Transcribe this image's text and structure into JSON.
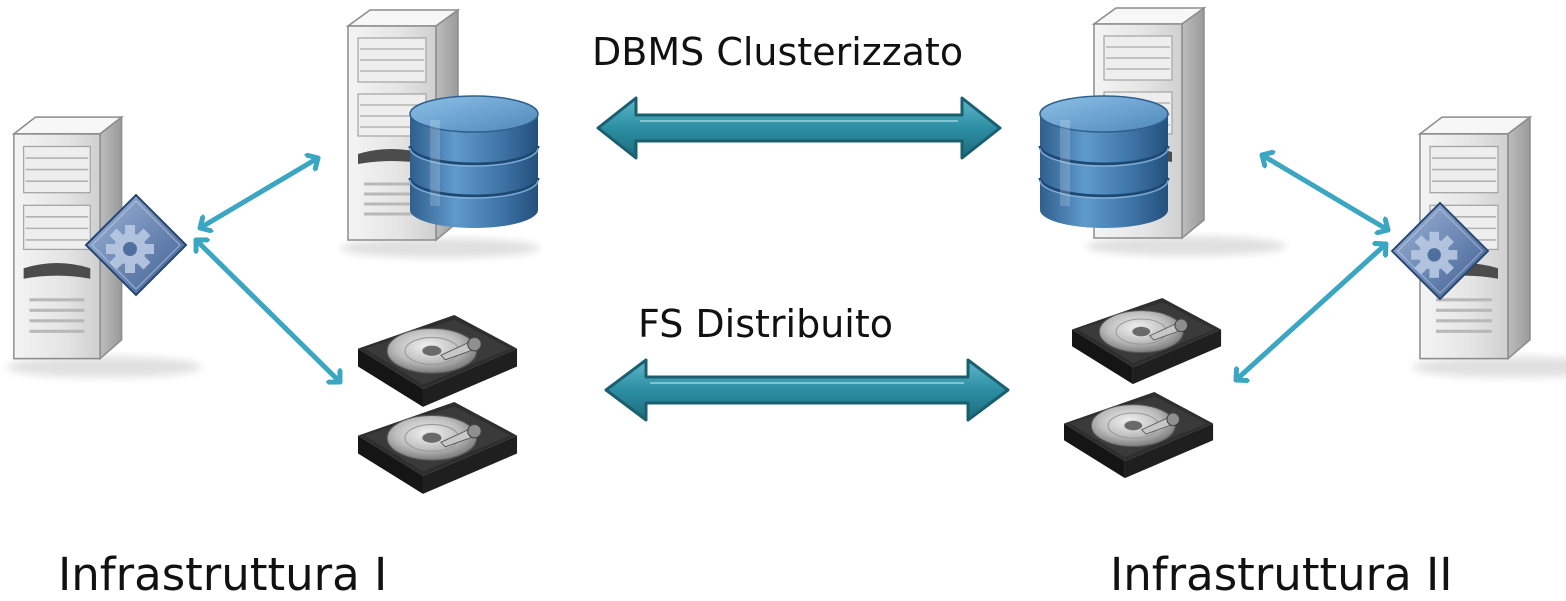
{
  "diagram": {
    "top_link_label": "DBMS Clusterizzato",
    "bottom_link_label": "FS Distribuito",
    "left_infrastructure_label": "Infrastruttura I",
    "right_infrastructure_label": "Infrastruttura II"
  },
  "colors": {
    "link_teal": "#2e90a4",
    "link_teal_dark": "#1f6f82",
    "arrow_blue": "#3aa6c2",
    "server_gray": "#d9d9d9",
    "database_blue": "#4a84b8",
    "disk_dark": "#222222"
  },
  "icons": [
    "application-server-icon",
    "database-server-icon",
    "hard-disk-icon"
  ]
}
